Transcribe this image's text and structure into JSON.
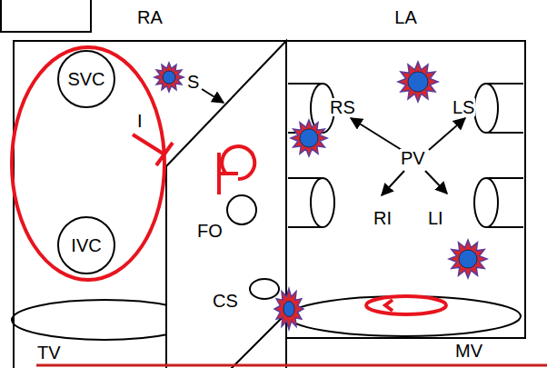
{
  "diagram": {
    "nodes": [
      {
        "text": [
          "RA"
        ]
      },
      {
        "text": [
          "LA"
        ]
      },
      {
        "text": [
          "SVC"
        ],
        "in": 0
      },
      {
        "text": [
          "IVC"
        ],
        "in": 0
      }
    ],
    "labels": [
      "S",
      "I",
      "FO",
      "CS",
      "PV",
      "RS",
      "LS",
      "RI",
      "LI",
      "TV",
      "MV"
    ]
  }
}
